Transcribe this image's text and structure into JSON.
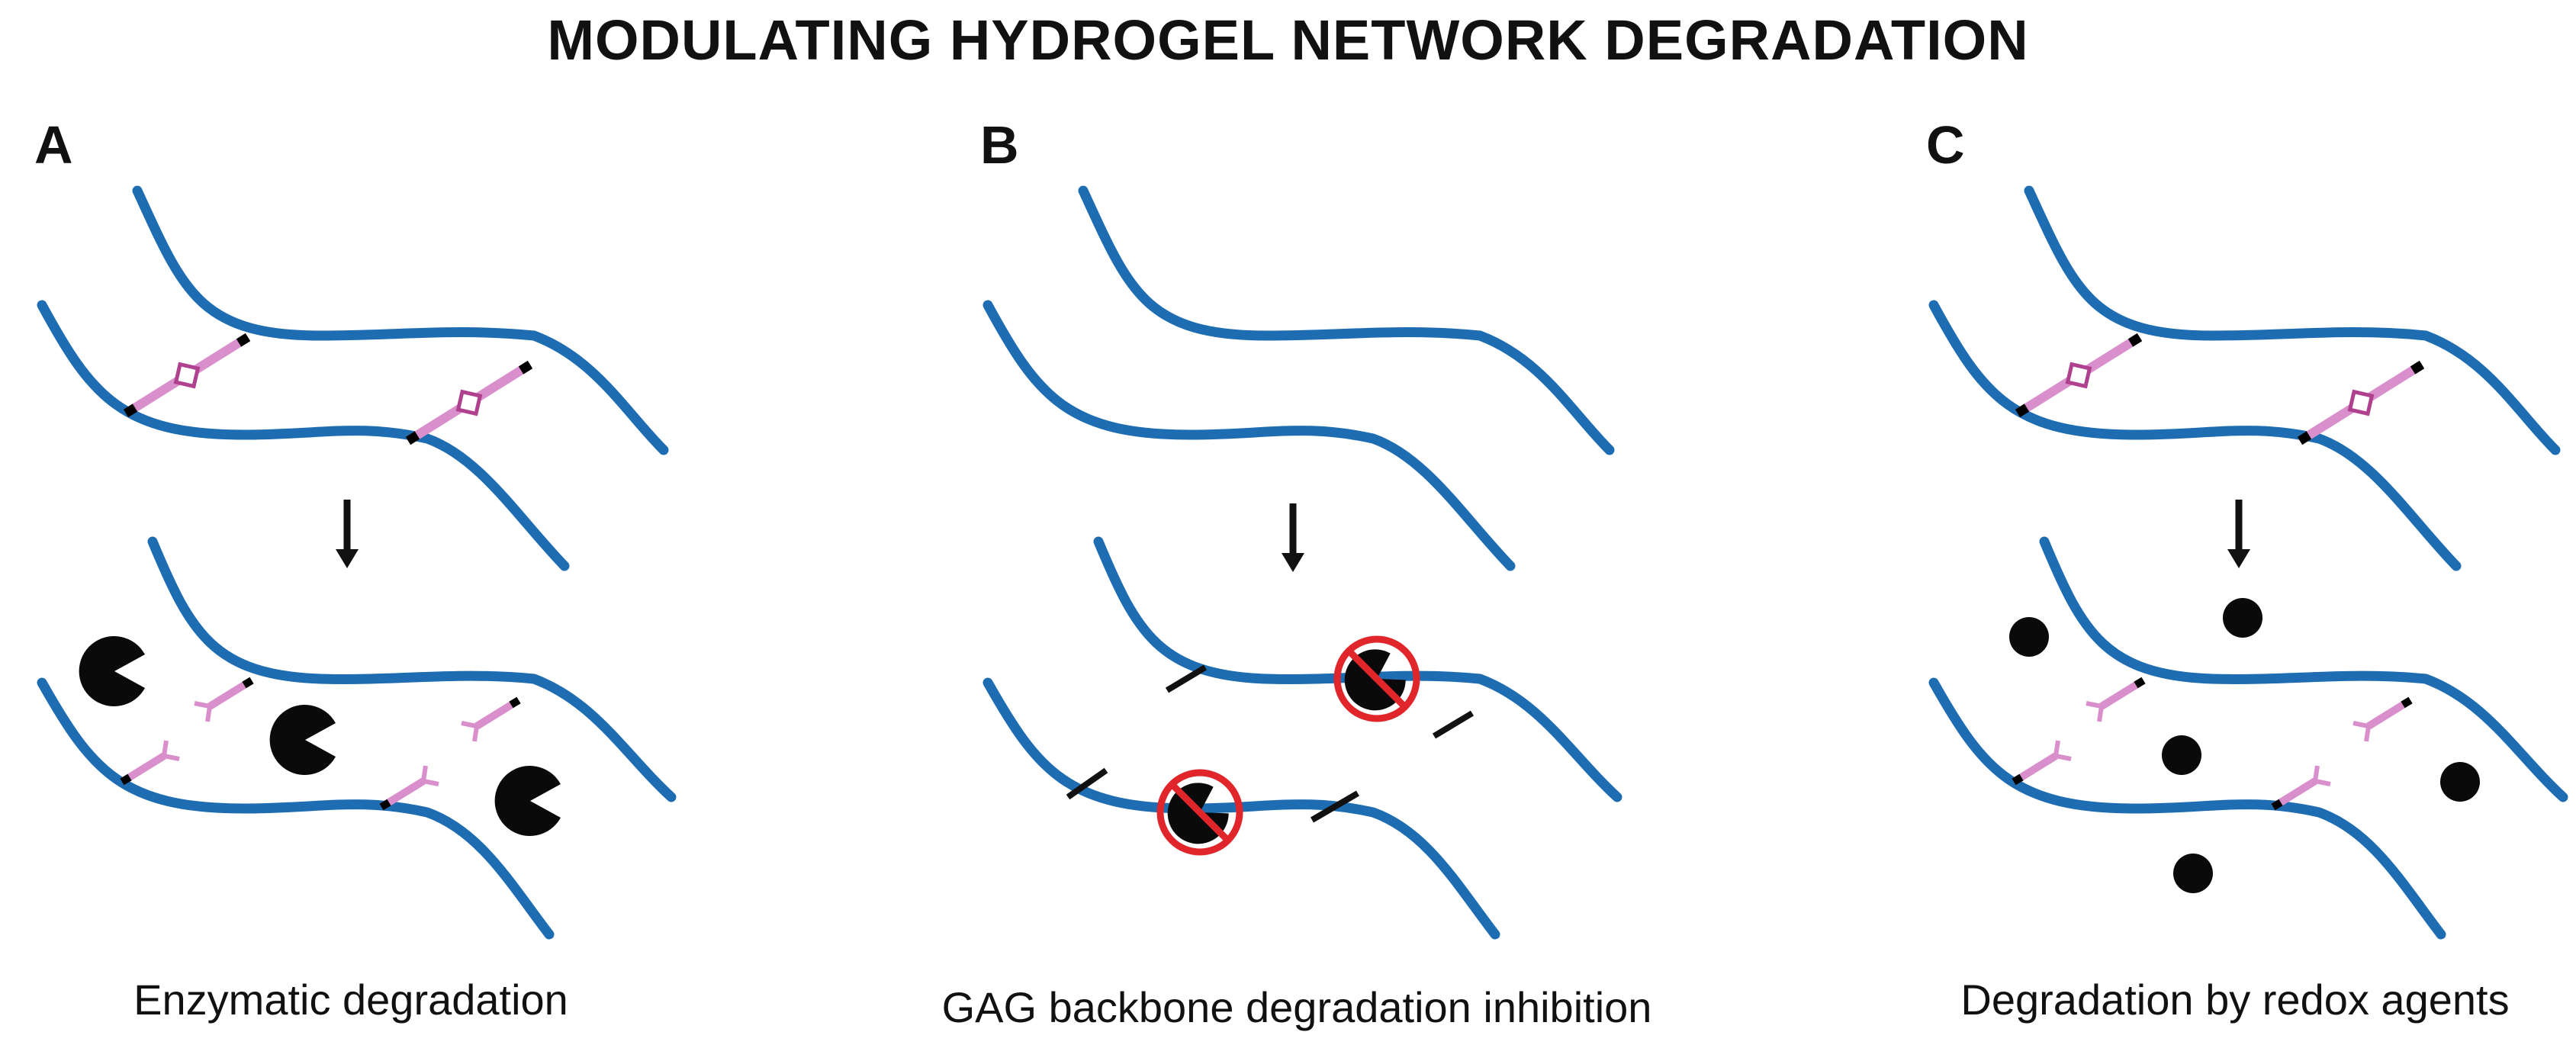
{
  "title": "MODULATING HYDROGEL NETWORK DEGRADATION",
  "panels": [
    {
      "letter": "A",
      "caption": "Enzymatic degradation"
    },
    {
      "letter": "B",
      "caption": "GAG backbone degradation inhibition"
    },
    {
      "letter": "C",
      "caption": "Degradation by redox agents"
    }
  ],
  "colors": {
    "polymer_chain": "#1e6db3",
    "crosslinker": "#d98fcc",
    "cleavage_site": "#b0418f",
    "enzyme": "#0a0a0a",
    "inhibition": "#e0262b",
    "text": "#111111"
  }
}
